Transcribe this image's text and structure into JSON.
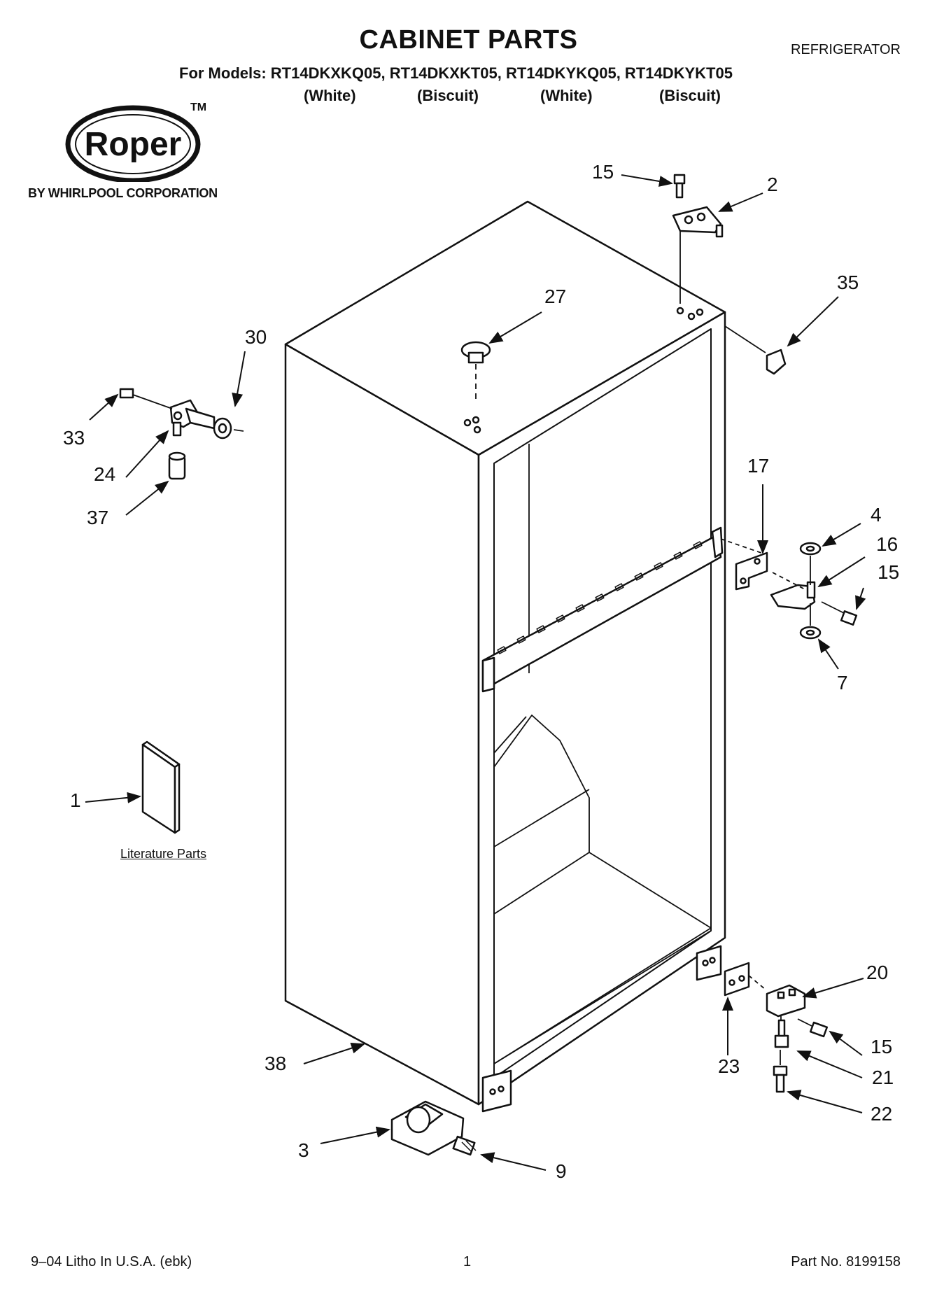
{
  "header": {
    "title": "CABINET PARTS",
    "appliance": "REFRIGERATOR",
    "models_line": "For Models: RT14DKXKQ05, RT14DKXKT05, RT14DKYKQ05, RT14DKYKT05",
    "colors": [
      "(White)",
      "(Biscuit)",
      "(White)",
      "(Biscuit)"
    ]
  },
  "brand": {
    "logo_text": "Roper",
    "trademark": "TM",
    "byline": "BY WHIRLPOOL CORPORATION"
  },
  "callouts": {
    "c1": "1",
    "c2": "2",
    "c3": "3",
    "c4": "4",
    "c7": "7",
    "c9": "9",
    "c15a": "15",
    "c15b": "15",
    "c15c": "15",
    "c16": "16",
    "c17": "17",
    "c20": "20",
    "c21": "21",
    "c22": "22",
    "c23": "23",
    "c24": "24",
    "c27": "27",
    "c30": "30",
    "c33": "33",
    "c35": "35",
    "c37": "37",
    "c38": "38"
  },
  "literature_label": "Literature Parts",
  "footer": {
    "left": "9–04 Litho In U.S.A. (ebk)",
    "page": "1",
    "part_no": "Part No. 8199158"
  }
}
